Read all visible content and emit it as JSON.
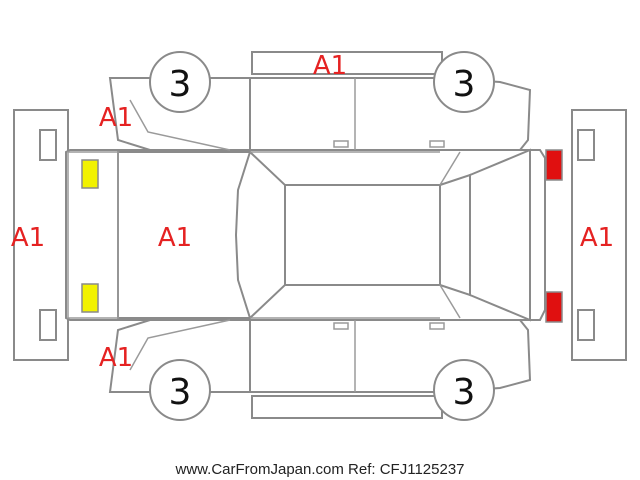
{
  "diagram": {
    "colors": {
      "outline": "#8a8a8a",
      "damage_text": "#e52222",
      "tire_text": "#111111",
      "headlight": "#f2f200",
      "taillight": "#e01010"
    },
    "marks": {
      "roof": "A1",
      "front_bumper": "A1",
      "rear_bumper": "A1",
      "hood": "A1",
      "left_front_fender": "A1",
      "right_front_fender": "A1"
    },
    "tires": {
      "front_left": "3",
      "rear_left": "3",
      "front_right": "3",
      "rear_right": "3"
    }
  },
  "footer": {
    "text": "www.CarFromJapan.com Ref: CFJ1125237"
  }
}
